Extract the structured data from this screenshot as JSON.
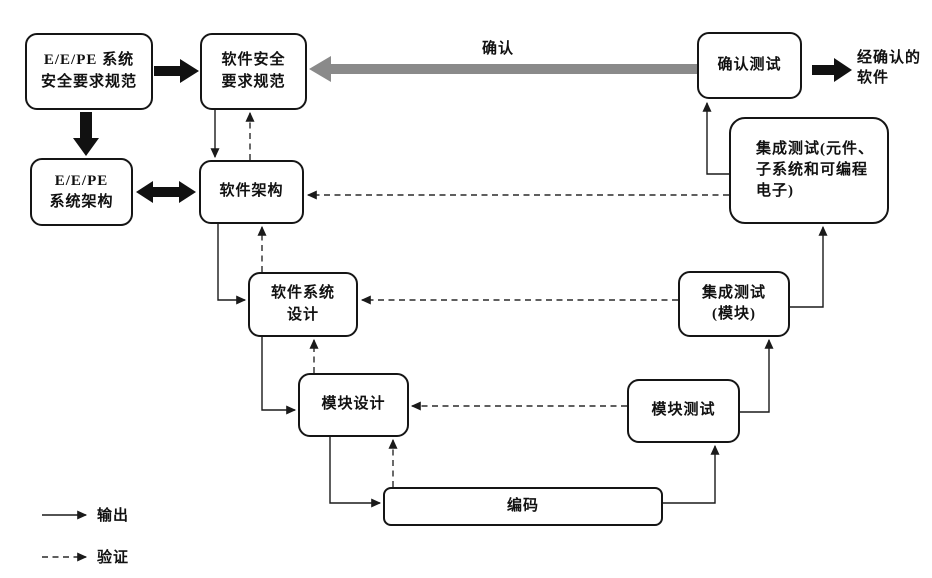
{
  "diagram": {
    "nodes": {
      "eepe_safety_req": {
        "label": "E/E/PE 系统\n安全要求规范"
      },
      "sw_safety_req": {
        "label": "软件安全\n要求规范"
      },
      "eepe_arch": {
        "label": "E/E/PE\n系统架构"
      },
      "sw_arch": {
        "label": "软件架构"
      },
      "sw_sys_design": {
        "label": "软件系统\n设计"
      },
      "module_design": {
        "label": "模块设计"
      },
      "coding": {
        "label": "编码"
      },
      "module_test": {
        "label": "模块测试"
      },
      "integration_test_module": {
        "label": "集成测试\n(模块)"
      },
      "integration_test_pe": {
        "label": "集成测试(元件、\n子系统和可编程\n电子)"
      },
      "validation_test": {
        "label": "确认测试"
      },
      "validated_software": {
        "label": "经确认的\n软件"
      }
    },
    "labels": {
      "validation": "确认"
    },
    "legend": {
      "output": "输出",
      "verification": "验证"
    },
    "colors": {
      "line": "#1a1a1a",
      "thick_arrow": "#111111",
      "validation_arrow": "#8a8a8a",
      "background": "#ffffff"
    },
    "edges": [
      {
        "from": "eepe_safety_req",
        "to": "sw_safety_req",
        "type": "output"
      },
      {
        "from": "eepe_safety_req",
        "to": "eepe_arch",
        "type": "output"
      },
      {
        "from": "eepe_arch",
        "to": "sw_arch",
        "type": "bidirectional"
      },
      {
        "from": "sw_safety_req",
        "to": "sw_arch",
        "type": "output"
      },
      {
        "from": "sw_arch",
        "to": "sw_safety_req",
        "type": "verification"
      },
      {
        "from": "sw_arch",
        "to": "sw_sys_design",
        "type": "output"
      },
      {
        "from": "sw_sys_design",
        "to": "sw_arch",
        "type": "verification"
      },
      {
        "from": "sw_sys_design",
        "to": "module_design",
        "type": "output"
      },
      {
        "from": "module_design",
        "to": "sw_sys_design",
        "type": "verification"
      },
      {
        "from": "module_design",
        "to": "coding",
        "type": "output"
      },
      {
        "from": "coding",
        "to": "module_design",
        "type": "verification"
      },
      {
        "from": "coding",
        "to": "module_test",
        "type": "output"
      },
      {
        "from": "module_test",
        "to": "integration_test_module",
        "type": "output"
      },
      {
        "from": "module_test",
        "to": "module_design",
        "type": "verification"
      },
      {
        "from": "integration_test_module",
        "to": "integration_test_pe",
        "type": "output"
      },
      {
        "from": "integration_test_module",
        "to": "sw_sys_design",
        "type": "verification"
      },
      {
        "from": "integration_test_pe",
        "to": "validation_test",
        "type": "output"
      },
      {
        "from": "integration_test_pe",
        "to": "sw_arch",
        "type": "verification"
      },
      {
        "from": "validation_test",
        "to": "sw_safety_req",
        "type": "validation"
      },
      {
        "from": "validation_test",
        "to": "validated_software",
        "type": "output"
      }
    ]
  }
}
